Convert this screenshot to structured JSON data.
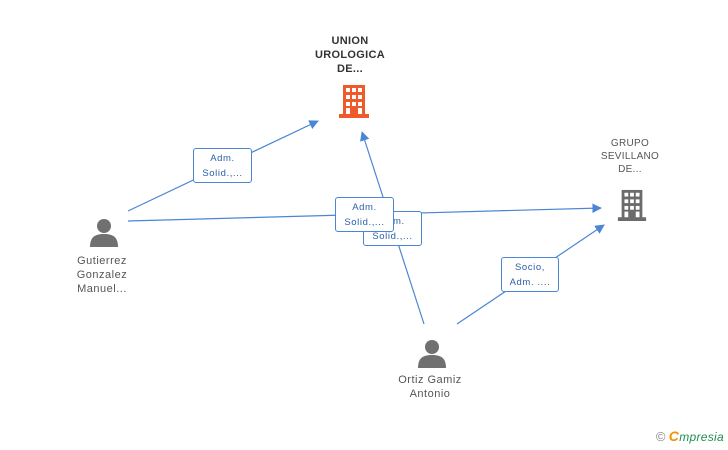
{
  "colors": {
    "main_company": "#f05a2b",
    "company": "#6b6b6b",
    "person": "#707070",
    "edge": "#4a86d4"
  },
  "nodes": {
    "company_main": {
      "label": "UNION\nUROLOGICA\nDE...",
      "icon": "building-icon"
    },
    "company_grupo": {
      "label": "GRUPO\nSEVILLANO\nDE...",
      "icon": "building-icon"
    },
    "person_gutierrez": {
      "label": "Gutierrez\nGonzalez\nManuel...",
      "icon": "person-icon"
    },
    "person_ortiz": {
      "label": "Ortiz Gamiz\nAntonio",
      "icon": "person-icon"
    }
  },
  "edges": {
    "gutierrez_main": "Adm.\nSolid.,...",
    "gutierrez_grupo": "Adm.\nSolid.,...",
    "ortiz_main": "Adm.\nSolid.,...",
    "ortiz_grupo": "Socio,\nAdm. ...."
  },
  "footer": {
    "copyright": "©",
    "brand_e": "C",
    "brand_rest": "mpresia"
  }
}
